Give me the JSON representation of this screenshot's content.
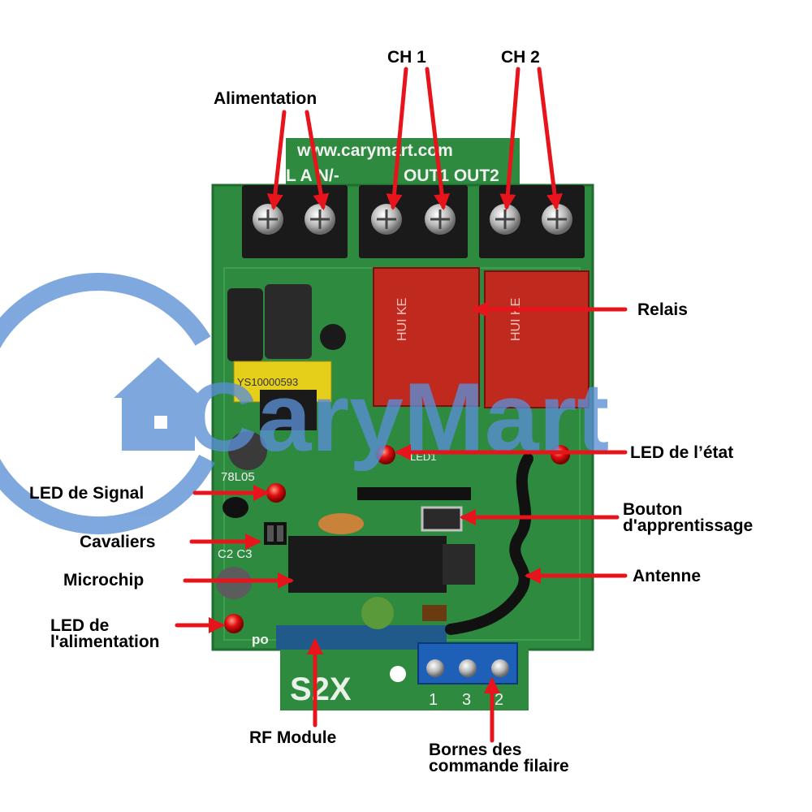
{
  "board": {
    "url_text": "www.carymart.com",
    "terminal_text_left": "L A N/-",
    "terminal_text_right": "OUT1 OUT2",
    "model_text": "S2X",
    "power_text": "po",
    "regulator_text": "78L05",
    "cap_text": "C2 C3",
    "inductor_text": "YS10000593",
    "relay_text": "HUI KE",
    "led1_text": "LED1",
    "wired_terminal_numbers": [
      "1",
      "3",
      "2"
    ]
  },
  "watermark": {
    "text": "CaryMart",
    "color": "#5b8fd6"
  },
  "labels": {
    "alimentation": "Alimentation",
    "ch1": "CH 1",
    "ch2": "CH 2",
    "relais": "Relais",
    "led_etat": "LED de l’état",
    "led_signal": "LED de Signal",
    "bouton_line1": "Bouton",
    "bouton_line2": "d'apprentissage",
    "cavaliers": "Cavaliers",
    "antenne": "Antenne",
    "microchip": "Microchip",
    "led_alim_line1": "LED de",
    "led_alim_line2": "l'alimentation",
    "rf_module": "RF Module",
    "bornes_line1": "Bornes des",
    "bornes_line2": "commande filaire"
  },
  "colors": {
    "arrow": "#e8141c",
    "pcb": "#2d8a3e",
    "pcb_dark": "#1f6e2f",
    "terminal_blue": "#1e5fb8"
  }
}
